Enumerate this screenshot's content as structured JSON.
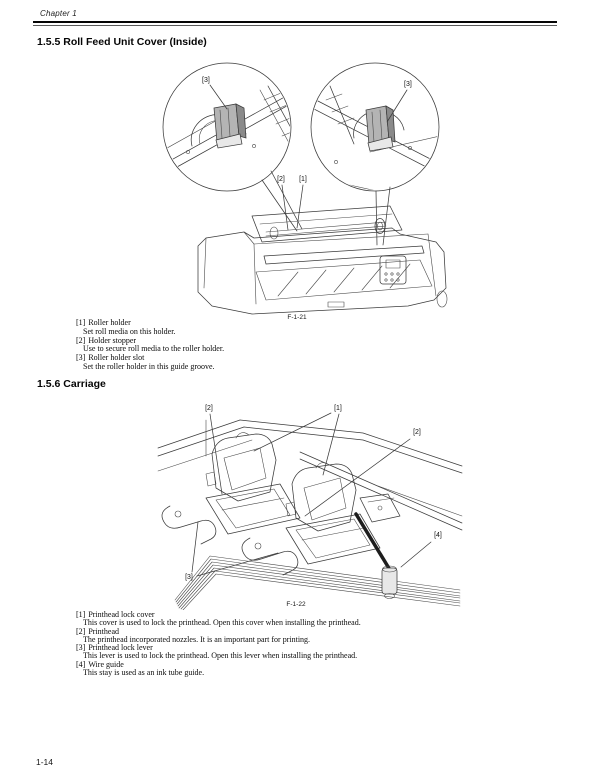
{
  "page": {
    "header": {
      "chapter_label": "Chapter 1"
    },
    "footer": {
      "page_number": "1-14"
    },
    "sections": [
      {
        "heading": "1.5.5 Roll Feed Unit Cover (Inside)",
        "figure": {
          "caption": "F-1-21",
          "labels": {
            "detail_left": "[3]",
            "detail_right": "[3]",
            "holder_stopper": "[2]",
            "roller_holder": "[1]"
          }
        },
        "items": [
          {
            "ref": "[1]",
            "name": "Roller holder",
            "description": "Set roll media on this holder."
          },
          {
            "ref": "[2]",
            "name": "Holder stopper",
            "description": "Use to secure roll media to the roller holder."
          },
          {
            "ref": "[3]",
            "name": "Roller holder slot",
            "description": "Set the roller holder in this guide groove."
          }
        ]
      },
      {
        "heading": "1.5.6 Carriage",
        "figure": {
          "caption": "F-1-22",
          "labels": {
            "printhead_left": "[2]",
            "lock_cover": "[1]",
            "printhead_right": "[2]",
            "wire_guide": "[4]",
            "lock_lever": "[3]"
          }
        },
        "items": [
          {
            "ref": "[1]",
            "name": "Printhead lock cover",
            "description": "This cover is used to lock the printhead. Open this cover when installing the printhead."
          },
          {
            "ref": "[2]",
            "name": "Printhead",
            "description": "The printhead incorporated nozzles. It is an important part for printing."
          },
          {
            "ref": "[3]",
            "name": "Printhead lock lever",
            "description": "This lever is used to lock the printhead. Open this lever when installing the printhead."
          },
          {
            "ref": "[4]",
            "name": "Wire guide",
            "description": "This stay is used as an ink tube guide."
          }
        ]
      }
    ]
  }
}
